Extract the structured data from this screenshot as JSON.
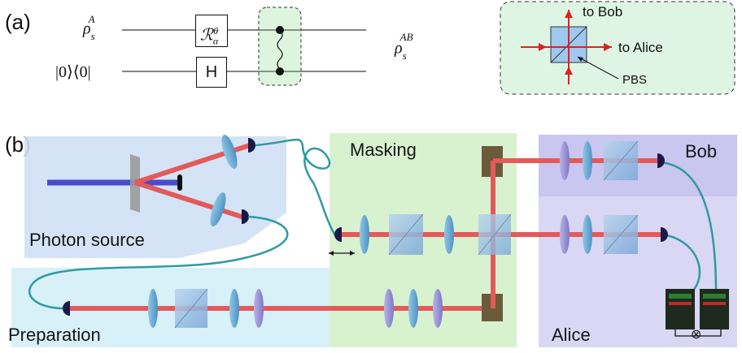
{
  "panel_a": {
    "label": "(a)",
    "input_top": "ρ",
    "input_top_sup": "A",
    "input_top_sub": "s",
    "input_bottom": "|0⟩⟨0|",
    "gate_rotation": "ℛ",
    "gate_rotation_sup": "θ",
    "gate_rotation_sub": "α",
    "gate_h": "H",
    "output": "ρ",
    "output_sup": "AB",
    "output_sub": "s"
  },
  "pbs_inset": {
    "to_bob": "to Bob",
    "to_alice": "to Alice",
    "pbs": "PBS"
  },
  "panel_b": {
    "label": "(b)",
    "regions": {
      "photon_source": "Photon source",
      "preparation": "Preparation",
      "masking": "Masking",
      "bob": "Bob",
      "alice": "Alice"
    },
    "detector_symbol": "⊗"
  },
  "colors": {
    "source_region": "#cfe0f4",
    "preparation_region": "#d4eef6",
    "masking_region": "#d8f2cf",
    "bob_region": "#c9c6ef",
    "alice_region": "#d9d7f3",
    "beam": "#e35a5a",
    "pump": "#4a4bc9",
    "fiber": "#2f9aa2",
    "arrow": "#e01f1f",
    "inset_fill": "#dff5e3"
  }
}
